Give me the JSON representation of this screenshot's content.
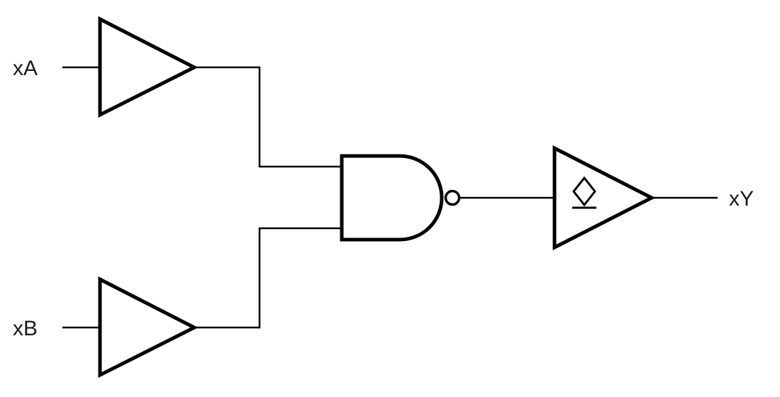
{
  "diagram": {
    "type": "logic-gate-schematic",
    "labels": {
      "input_a": "xA",
      "input_b": "xB",
      "output": "xY"
    },
    "components": [
      {
        "id": "input-buffer-a",
        "type": "buffer",
        "connects": "xA"
      },
      {
        "id": "input-buffer-b",
        "type": "buffer",
        "connects": "xB"
      },
      {
        "id": "nand-gate",
        "type": "nand",
        "inputs": [
          "xA",
          "xB"
        ],
        "output_inverted": true
      },
      {
        "id": "output-buffer",
        "type": "buffer",
        "modifier": "open-drain",
        "connects": "xY"
      }
    ],
    "colors": {
      "stroke": "#000000",
      "background": "#ffffff",
      "label": "#1a1a1a"
    }
  }
}
